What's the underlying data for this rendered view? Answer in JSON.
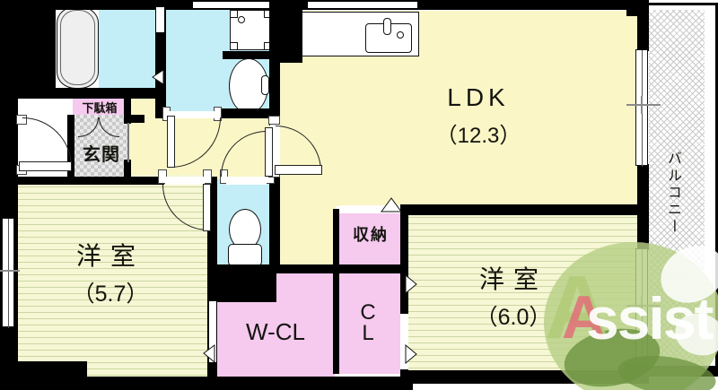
{
  "floor_plan": {
    "rooms": [
      {
        "id": "ldk",
        "label": "LDK",
        "area": "（12.3）"
      },
      {
        "id": "bedroom-west",
        "label": "洋室",
        "area": "（5.7）"
      },
      {
        "id": "bedroom-east",
        "label": "洋室",
        "area": "（6.0）"
      },
      {
        "id": "walk-in-closet",
        "label": "W-CL"
      },
      {
        "id": "closet",
        "label": "CL",
        "label_vertical": [
          "C",
          "L"
        ]
      },
      {
        "id": "storage",
        "label": "収納"
      },
      {
        "id": "entrance",
        "label": "玄関"
      },
      {
        "id": "shoe-cabinet",
        "label": "下駄箱"
      },
      {
        "id": "balcony",
        "label": "バルコニー"
      }
    ],
    "fixtures": [
      "bathtub",
      "washing-machine-pan",
      "washbasin",
      "kitchen-sink-counter",
      "toilet"
    ],
    "colors": {
      "room_yellow": "#faf6c6",
      "wet_area_cyan": "#c3eef7",
      "closet_pink": "#f6c9ef",
      "flooring_stripe": "#ccd6a2",
      "wall_black": "#000000",
      "logo_green": "#b7d086",
      "logo_dark_green": "#6d9440",
      "logo_red": "#e17079"
    }
  },
  "watermark": {
    "brand": "Assist",
    "brand_first_letter": "A",
    "brand_rest": "ssist"
  }
}
